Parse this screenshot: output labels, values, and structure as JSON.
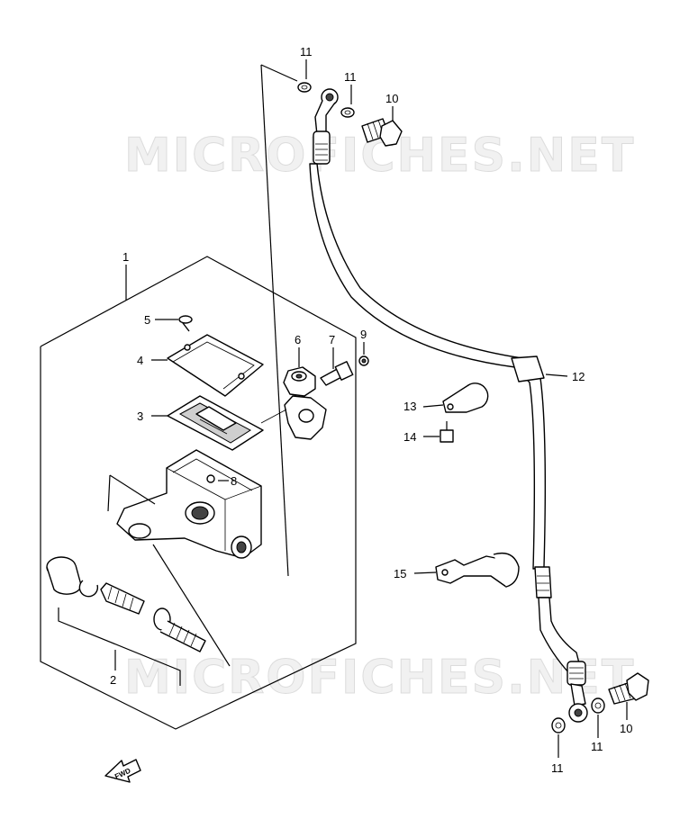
{
  "watermark": {
    "text": "MICROFICHES.NET"
  },
  "fwd_label": "FWD",
  "callouts": {
    "c1": "1",
    "c2": "2",
    "c3": "3",
    "c4": "4",
    "c5": "5",
    "c6": "6",
    "c7": "7",
    "c8": "8",
    "c9": "9",
    "c10a": "10",
    "c10b": "10",
    "c11a": "11",
    "c11b": "11",
    "c11c": "11",
    "c11d": "11",
    "c12": "12",
    "c13": "13",
    "c14": "14",
    "c15": "15"
  }
}
